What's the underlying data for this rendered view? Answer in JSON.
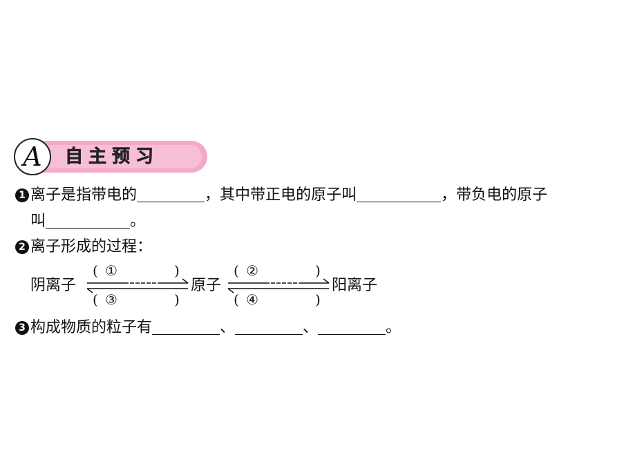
{
  "section": {
    "badge": "A",
    "title": "自主预习"
  },
  "q1": {
    "number": "1",
    "text_a": "离子是指带电的",
    "text_b": "，其中带正电的原子叫",
    "text_c": "，带负电的原子",
    "text_d": "叫",
    "text_e": "。"
  },
  "q2": {
    "number": "2",
    "text": "离子形成的过程：",
    "anion": "阴离子",
    "atom": "原子",
    "cation": "阳离子",
    "open_paren": "(",
    "close_paren": ")",
    "mark1": "①",
    "mark2": "②",
    "mark3": "③",
    "mark4": "④"
  },
  "q3": {
    "number": "3",
    "text_a": "构成物质的粒子有",
    "sep": "、",
    "end": "。"
  }
}
